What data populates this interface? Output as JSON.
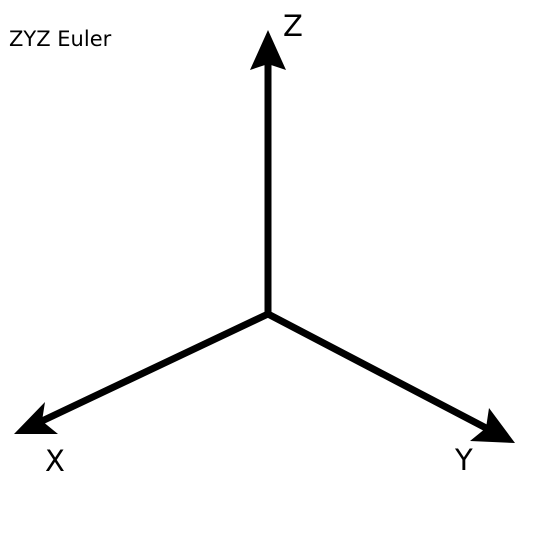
{
  "title": "ZYZ Euler",
  "axes": {
    "x_label": "X",
    "y_label": "Y",
    "z_label": "Z"
  },
  "colors": {
    "background": "#ffffff",
    "axis": "#000000"
  }
}
